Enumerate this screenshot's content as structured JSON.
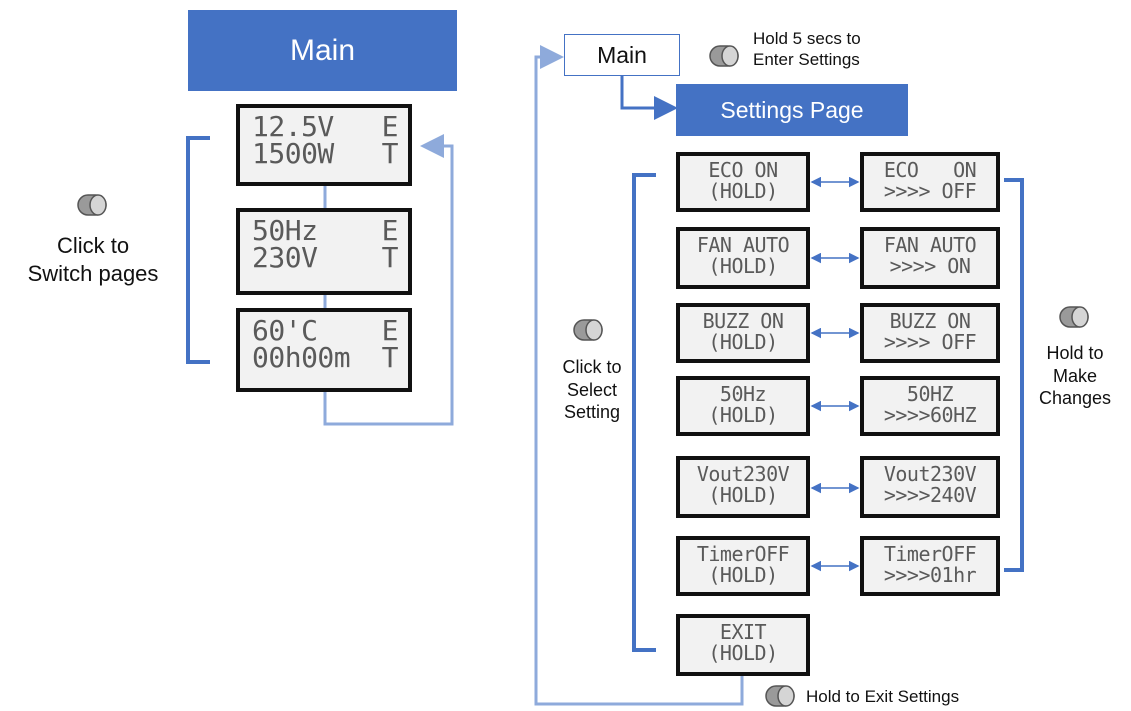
{
  "left_panel": {
    "header": "Main",
    "switch_label_line1": "Click to",
    "switch_label_line2": "Switch pages",
    "displays": [
      {
        "line1_left": "12.5V",
        "line1_right": "E",
        "line2_left": "1500W",
        "line2_right": "T"
      },
      {
        "line1_left": "50Hz",
        "line1_right": "E",
        "line2_left": "230V",
        "line2_right": "T"
      },
      {
        "line1_left": "60'C",
        "line1_right": "E",
        "line2_left": "00h00m",
        "line2_right": "T"
      }
    ]
  },
  "right_panel": {
    "main_box": "Main",
    "enter_label_line1": "Hold 5 secs to",
    "enter_label_line2": "Enter Settings",
    "settings_header": "Settings Page",
    "select_label": [
      "Click to",
      "Select",
      "Setting"
    ],
    "changes_label": [
      "Hold to",
      "Make",
      "Changes"
    ],
    "exit_label": "Hold to Exit Settings",
    "settings": [
      {
        "left": [
          "ECO ON",
          "(HOLD)"
        ],
        "right": [
          "ECO   ON",
          ">>>> OFF"
        ]
      },
      {
        "left": [
          "FAN AUTO",
          "(HOLD)"
        ],
        "right": [
          "FAN AUTO",
          ">>>> ON"
        ]
      },
      {
        "left": [
          "BUZZ ON",
          "(HOLD)"
        ],
        "right": [
          "BUZZ ON",
          ">>>> OFF"
        ]
      },
      {
        "left": [
          "50Hz",
          "(HOLD)"
        ],
        "right": [
          "50HZ",
          ">>>>60HZ"
        ]
      },
      {
        "left": [
          "Vout230V",
          "(HOLD)"
        ],
        "right": [
          "Vout230V",
          ">>>>240V"
        ]
      },
      {
        "left": [
          "TimerOFF",
          "(HOLD)"
        ],
        "right": [
          "TimerOFF",
          ">>>>01hr"
        ]
      }
    ],
    "exit_display": [
      "EXIT",
      "(HOLD)"
    ]
  },
  "colors": {
    "accent": "#4472c4",
    "loop_line": "#8eaadb",
    "lcd_bg": "#f2f2f2",
    "lcd_text": "#5a5a5a"
  }
}
